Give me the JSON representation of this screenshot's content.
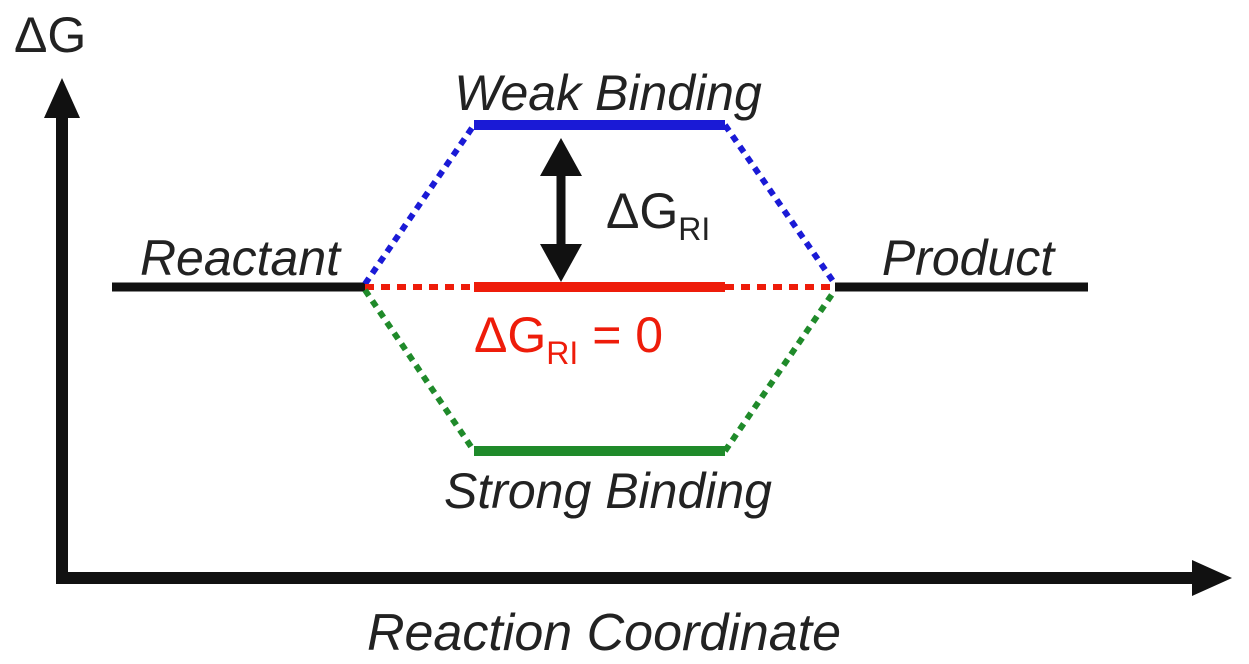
{
  "y_axis_label": "ΔG",
  "x_axis_label": "Reaction Coordinate",
  "levels": {
    "reactant": "Reactant",
    "product": "Product",
    "weak": "Weak Binding",
    "strong": "Strong Binding"
  },
  "gap_label": {
    "main": "ΔG",
    "sub": "RI"
  },
  "zero_label": {
    "main": "ΔG",
    "sub": "RI",
    "suffix": " = 0"
  },
  "colors": {
    "axis": "#111111",
    "reactant_product": "#111111",
    "weak": "#1a1ad6",
    "zero": "#ee1c0a",
    "strong": "#1f8a2a",
    "text": "#222222"
  }
}
